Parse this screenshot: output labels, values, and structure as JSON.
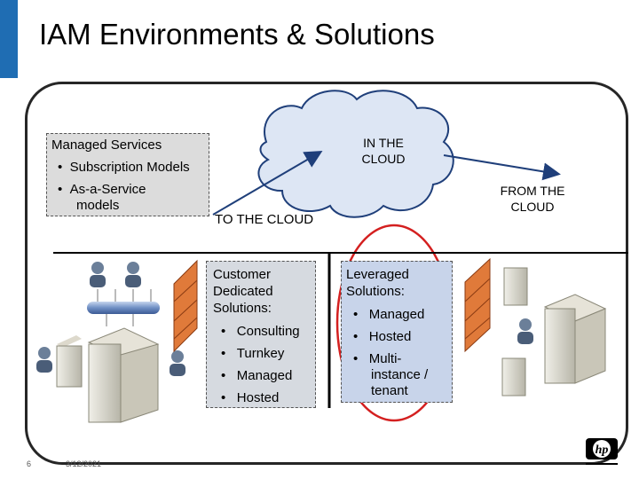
{
  "title": "IAM Environments & Solutions",
  "managed_box": {
    "heading": "Managed Services",
    "items": [
      "Subscription Models",
      "As-a-Service",
      "models"
    ]
  },
  "cloud": {
    "line1": "IN THE",
    "line2": "CLOUD"
  },
  "from_cloud": {
    "line1": "FROM THE",
    "line2": "CLOUD"
  },
  "to_cloud": "TO THE CLOUD",
  "customer_box": {
    "heading_lines": [
      "Customer",
      "Dedicated",
      "Solutions:"
    ],
    "items": [
      "Consulting",
      "Turnkey",
      "Managed",
      "Hosted"
    ]
  },
  "leveraged_box": {
    "heading_lines": [
      "Leveraged",
      "Solutions:"
    ],
    "items": [
      "Managed",
      "Hosted",
      "Multi-",
      "instance /",
      "tenant"
    ]
  },
  "footer": {
    "page": "6",
    "date": "3/12/2021"
  },
  "logo_text": "hp",
  "colors": {
    "accent": "#1f6db3",
    "ellipse": "#d42020",
    "firewall": "#e07a3a"
  }
}
